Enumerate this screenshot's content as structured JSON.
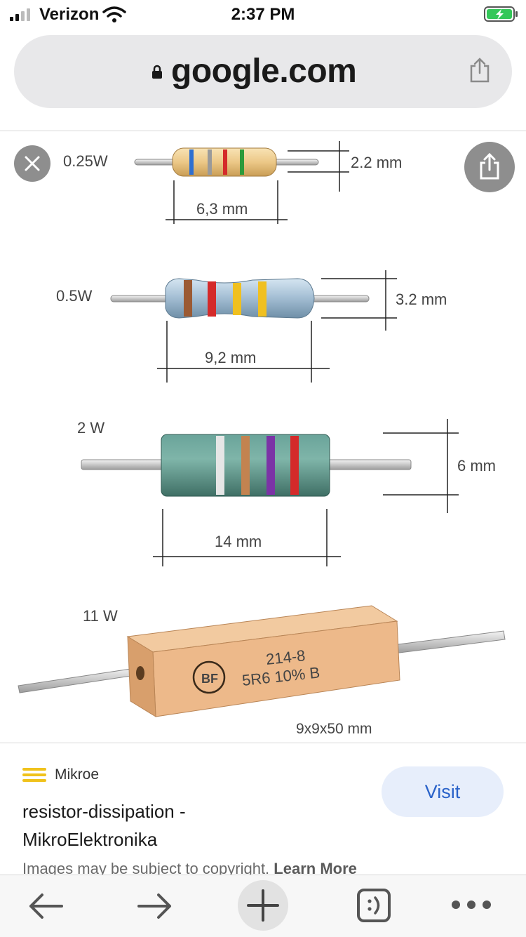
{
  "status_bar": {
    "carrier": "Verizon",
    "time": "2:37 PM",
    "battery_color": "#34c759"
  },
  "url_bar": {
    "url": "google.com"
  },
  "image": {
    "resistors": [
      {
        "power": "0.25W",
        "diameter": "2.2 mm",
        "length": "6,3 mm"
      },
      {
        "power": "0.5W",
        "diameter": "3.2 mm",
        "length": "9,2 mm"
      },
      {
        "power": "2 W",
        "diameter": "6 mm",
        "length": "14 mm"
      },
      {
        "power": "11 W",
        "marking_line1": "214-8",
        "marking_line2": "5R6 10% B",
        "logo": "BF",
        "size": "9x9x50 mm"
      }
    ]
  },
  "result": {
    "source_name": "Mikroe",
    "title": "resistor-dissipation - MikroElektronika",
    "visit_label": "Visit",
    "copyright_text": "Images may be subject to copyright.",
    "learn_more": "Learn More"
  },
  "toolbar": {
    "icons": [
      "back-icon",
      "forward-icon",
      "plus-icon",
      "tabs-icon",
      "more-icon"
    ]
  }
}
